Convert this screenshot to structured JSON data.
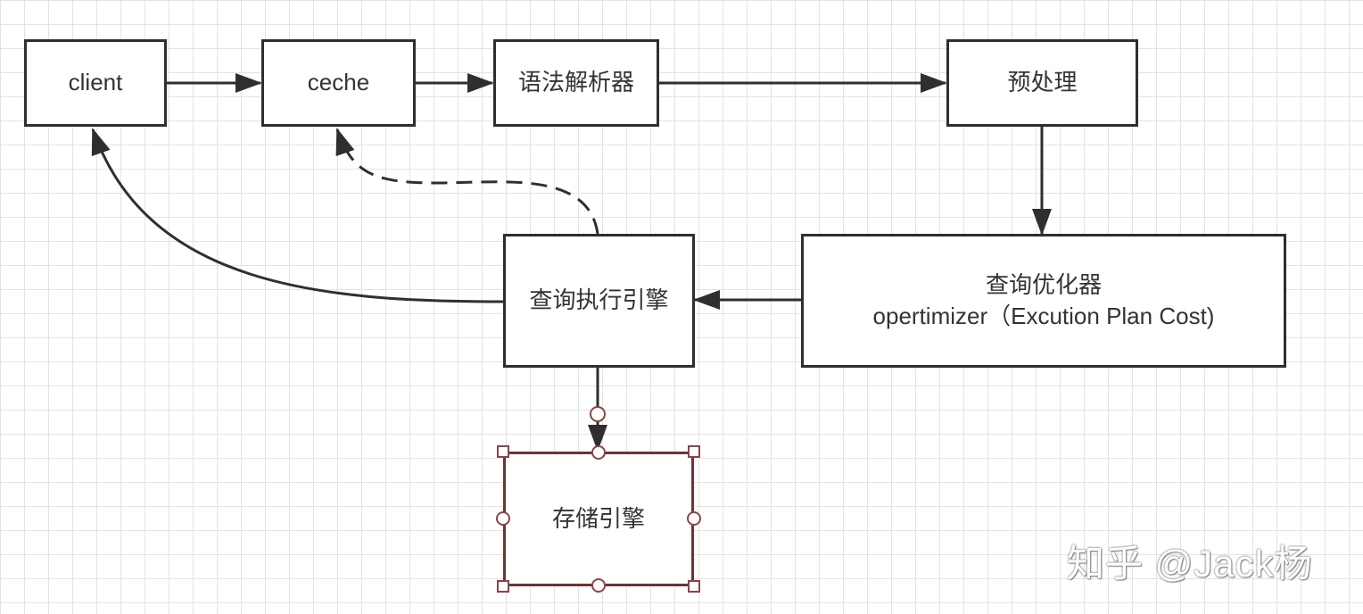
{
  "nodes": {
    "client": "client",
    "cache": "ceche",
    "parser": "语法解析器",
    "preprocess": "预处理",
    "optimizer_line1": "查询优化器",
    "optimizer_line2": "opertimizer（Excution Plan Cost)",
    "executor": "查询执行引擎",
    "storage": "存储引擎"
  },
  "watermark": "知乎 @Jack杨",
  "colors": {
    "stroke": "#2f2f2f",
    "selection": "#8a4545",
    "grid": "#e3e3e3"
  }
}
